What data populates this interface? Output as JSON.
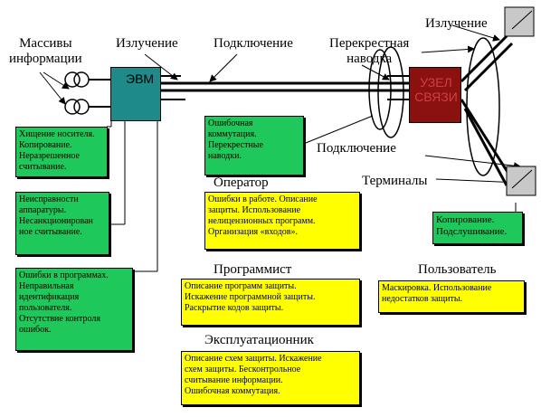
{
  "labels": {
    "massivy": "Массивы\nинформации",
    "izluchenie_left": "Излучение",
    "podkluchenie_top": "Подключение",
    "perekrestnaya": "Перекрестная\nнаводка",
    "izluchenie_right": "Излучение",
    "podkluchenie_mid": "Подключение",
    "terminaly": "Терминалы",
    "operator": "Оператор",
    "programmist": "Программист",
    "polzovatel": "Пользователь",
    "ekspluatacionnik": "Эксплуатационник"
  },
  "computer": {
    "label": "ЭВМ"
  },
  "node": {
    "label": "УЗЕЛ\nСВЯЗИ"
  },
  "boxes": {
    "theft": "Хищение носителя.\nКопирование.\nНеразрешенное\nсчитывание.",
    "faults": "Неисправности\nаппаратуры.\nНесанкционирован\nное считывание.",
    "program_errors": "Ошибки в программах.\nНеправильная\nидентификация\nпользователя.\nОтсутствие контроля\nошибок.",
    "commutation": "Ошибочная\nкоммутация.\nПерекрестные\nнаводки.",
    "copying": "Копирование.\nПодслушивание.",
    "operator": "Ошибки в работе. Описание\nзащиты. Использование\nнелицензионных программ.\nОрганизация «входов».",
    "programmer": "Описание программ защиты.\nИскажение программной защиты.\nРаскрытие кодов защиты.",
    "user": "Маскировка. Использование\nнедостатков защиты.",
    "maintainer": "Описание схем защиты. Искажение\nсхем защиты. Бесконтрольное\nсчитывание информации.\nОшибочная коммутация."
  },
  "colors": {
    "computer": "#1e8a8a",
    "node": "#8b1010",
    "terminal": "#c8c8c8",
    "green_box": "#1ec85a",
    "yellow_box": "#ffff00"
  }
}
